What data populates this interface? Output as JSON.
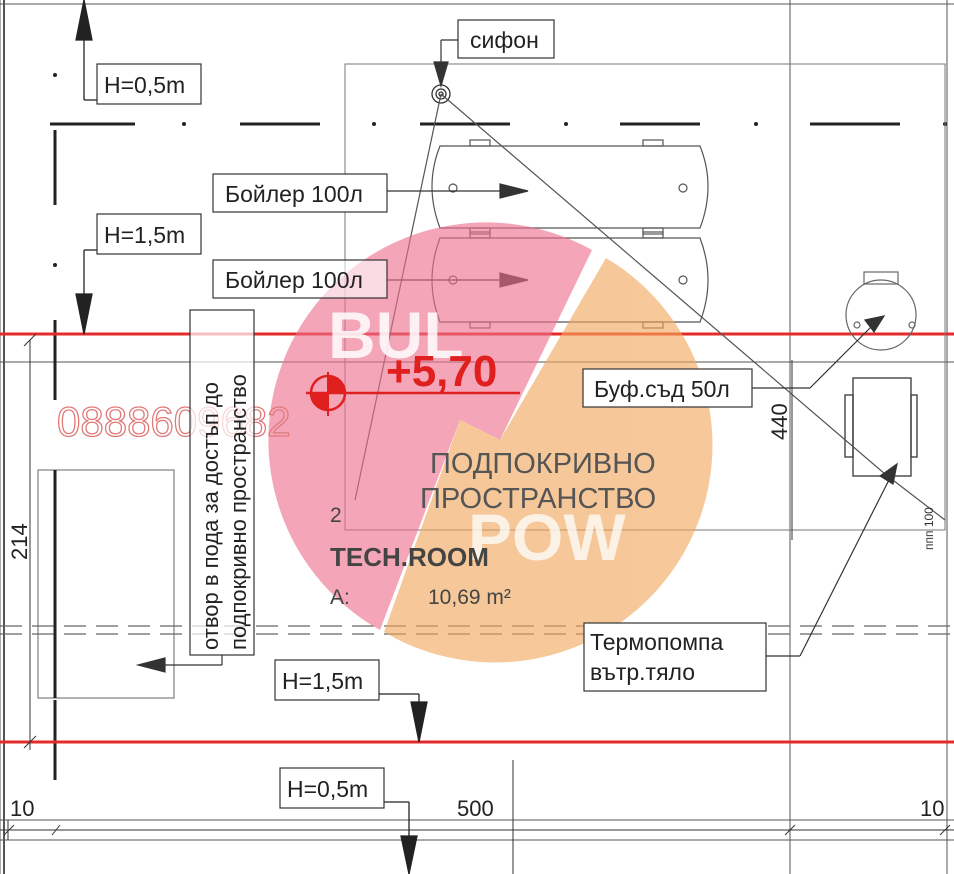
{
  "labels": {
    "siphon": "сифон",
    "boiler1": "Бойлер 100л",
    "boiler2": "Бойлер 100л",
    "buffer": "Буф.съд 50л",
    "heatpump_line1": "Термопомпа",
    "heatpump_line2": "вътр.тяло",
    "h_top_left": "H=0,5m",
    "h_mid_left": "H=1,5m",
    "h_bottom_mid": "H=1,5m",
    "h_bottom": "H=0,5m",
    "opening_line1": "отвор в пода за достъп до",
    "opening_line2": "подпокривно пространство",
    "level": "+5,70",
    "room_line1": "ПОДПОКРИВНО",
    "room_line2": "ПРОСТРАНСТВО",
    "room_name": "TECH.ROOM",
    "area_label": "А:",
    "area_value": "10,69 m²",
    "room_number": "2",
    "ppp": "ппп 100"
  },
  "dimensions": {
    "left_vertical": "214",
    "right_vertical": "440",
    "bottom_left": "10",
    "bottom_mid": "500",
    "bottom_right": "10"
  },
  "watermark": {
    "brand_top": "BUL",
    "brand_bottom": "POW",
    "phone": "0888609682",
    "color_pink": "#ee6f8d",
    "color_orange": "#f2a65a"
  },
  "colors": {
    "red_line": "#e32b2b",
    "level_red": "#e01f1f",
    "line": "#444444"
  }
}
